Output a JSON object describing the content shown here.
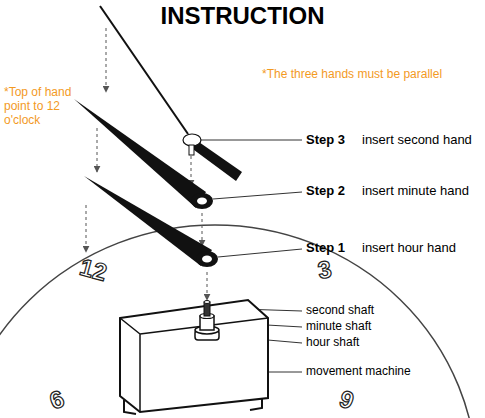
{
  "diagram": {
    "title": "INSTRUCTION",
    "labels": [
      "*The three hands must be parallel",
      "*Top of hand point to 12 o'clock",
      "Step 3",
      "insert second hand",
      "Step 2",
      "insert minute hand",
      "Step 1",
      "insert hour hand",
      "12",
      "3",
      "second shaft",
      "minute shaft",
      "hour shaft",
      "movement machine",
      "9",
      "6"
    ]
  }
}
